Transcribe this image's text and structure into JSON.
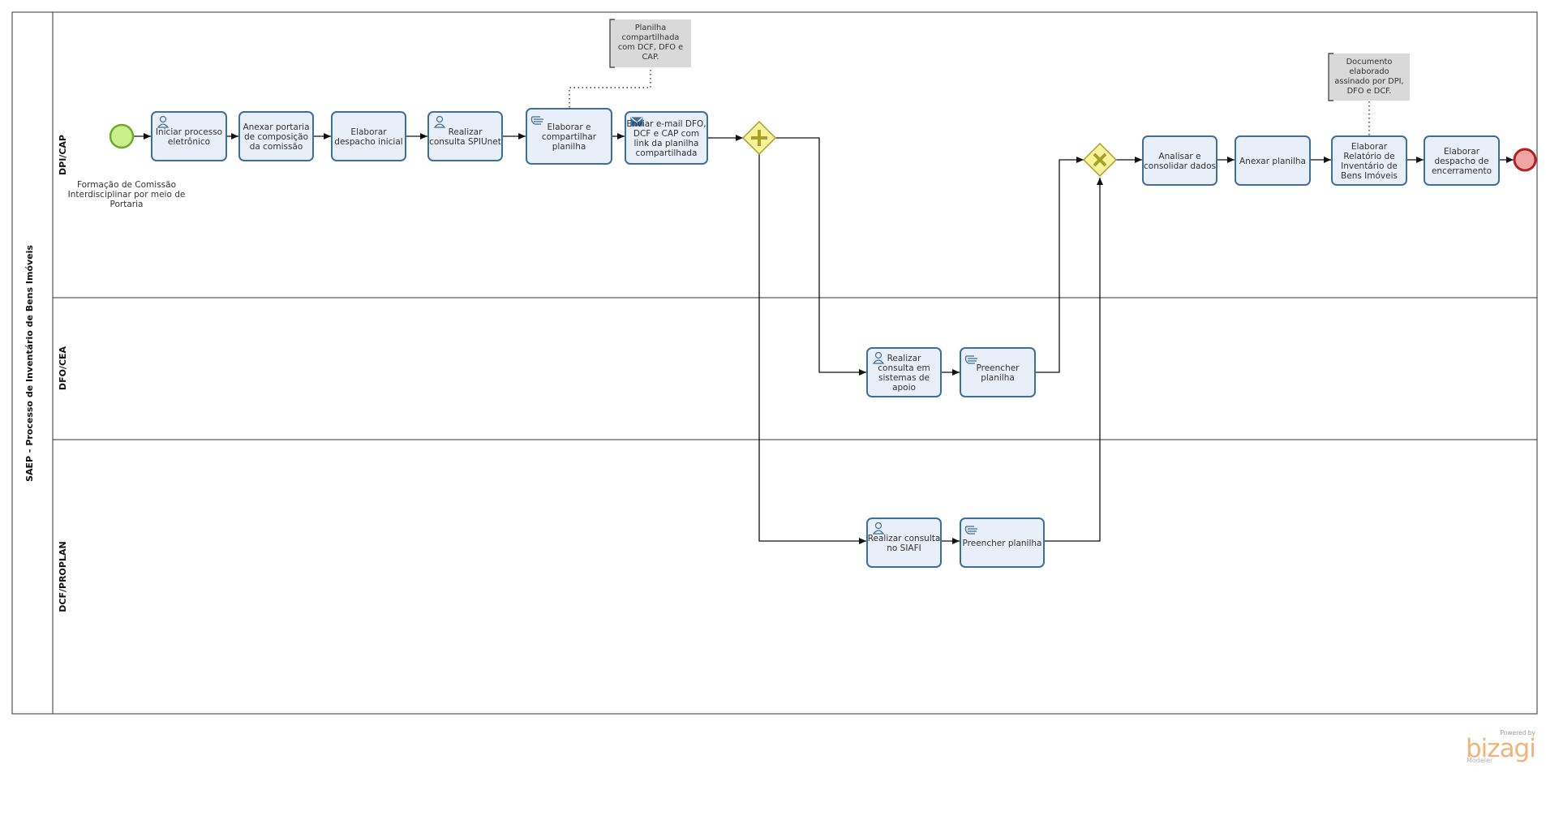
{
  "pool": {
    "label": "SAEP - Processo de Inventário de Bens Imóveis"
  },
  "lanes": [
    {
      "id": "lane-dpi-cap",
      "label": "DPI/CAP"
    },
    {
      "id": "lane-dfo-cea",
      "label": "DFO/CEA"
    },
    {
      "id": "lane-dcf-proplan",
      "label": "DCF/PROPLAN"
    }
  ],
  "start_event": {
    "label_lines": [
      "Formação de Comissão",
      "Interdisciplinar por meio de",
      "Portaria"
    ]
  },
  "tasks": [
    {
      "id": "task-iniciar-processo",
      "icon": "user-icon",
      "lines": [
        "Iniciar processo",
        "eletrônico"
      ]
    },
    {
      "id": "task-anexar-portaria",
      "icon": "",
      "lines": [
        "Anexar portaria",
        "de composição",
        "da comissão"
      ]
    },
    {
      "id": "task-elaborar-despacho-inicial",
      "icon": "",
      "lines": [
        "Elaborar",
        "despacho inicial"
      ]
    },
    {
      "id": "task-realizar-consulta-spiunet",
      "icon": "user-icon",
      "lines": [
        "Realizar",
        "consulta SPIUnet"
      ]
    },
    {
      "id": "task-elaborar-compartilhar",
      "icon": "hand-icon",
      "lines": [
        "Elaborar e",
        "compartilhar",
        "planilha"
      ]
    },
    {
      "id": "task-enviar-email",
      "icon": "envelope-icon",
      "lines": [
        "Enviar e-mail DFO,",
        "DCF e CAP com",
        "link da planilha",
        "compartilhada"
      ]
    },
    {
      "id": "task-analisar-consolidar",
      "icon": "",
      "lines": [
        "Analisar e",
        "consolidar dados"
      ]
    },
    {
      "id": "task-anexar-planilha",
      "icon": "",
      "lines": [
        "Anexar planilha"
      ]
    },
    {
      "id": "task-elaborar-relatorio",
      "icon": "",
      "lines": [
        "Elaborar",
        "Relatório de",
        "Inventário de",
        "Bens Imóveis"
      ]
    },
    {
      "id": "task-elaborar-despacho-encerramento",
      "icon": "",
      "lines": [
        "Elaborar",
        "despacho de",
        "encerramento"
      ]
    },
    {
      "id": "task-realizar-consulta-apoio",
      "icon": "user-icon",
      "lines": [
        "Realizar",
        "consulta em",
        "sistemas de",
        "apoio"
      ]
    },
    {
      "id": "task-preencher-planilha-dfo",
      "icon": "hand-icon",
      "lines": [
        "Preencher",
        "planilha"
      ]
    },
    {
      "id": "task-realizar-consulta-siafi",
      "icon": "user-icon",
      "lines": [
        "Realizar consulta",
        "no SIAFI"
      ]
    },
    {
      "id": "task-preencher-planilha-dcf",
      "icon": "hand-icon",
      "lines": [
        "Preencher planilha"
      ]
    }
  ],
  "annotations": [
    {
      "id": "annotation-planilha",
      "lines": [
        "Planilha",
        "compartilhada",
        "com DCF, DFO e",
        "CAP."
      ]
    },
    {
      "id": "annotation-documento",
      "lines": [
        "Documento",
        "elaborado",
        "assinado por DPI,",
        "DFO e DCF."
      ]
    }
  ],
  "gateways": [
    {
      "id": "parallel-gateway",
      "kind": "parallel"
    },
    {
      "id": "exclusive-gateway",
      "kind": "exclusive"
    }
  ],
  "watermark": {
    "powered": "Powered by",
    "brand": "bizagi",
    "product": "Modeler"
  },
  "colors": {
    "task_fill": "#e9eff8",
    "task_stroke": "#3c6f9e",
    "start_fill": "#c9f08a",
    "start_stroke": "#6ea82e",
    "end_fill": "#f2a5a5",
    "end_stroke": "#b32222",
    "gateway_fill": "#f7f39a",
    "gateway_stroke": "#a8a02a",
    "annotation_fill": "#d9d9d9",
    "watermark": "#f0b37a"
  }
}
